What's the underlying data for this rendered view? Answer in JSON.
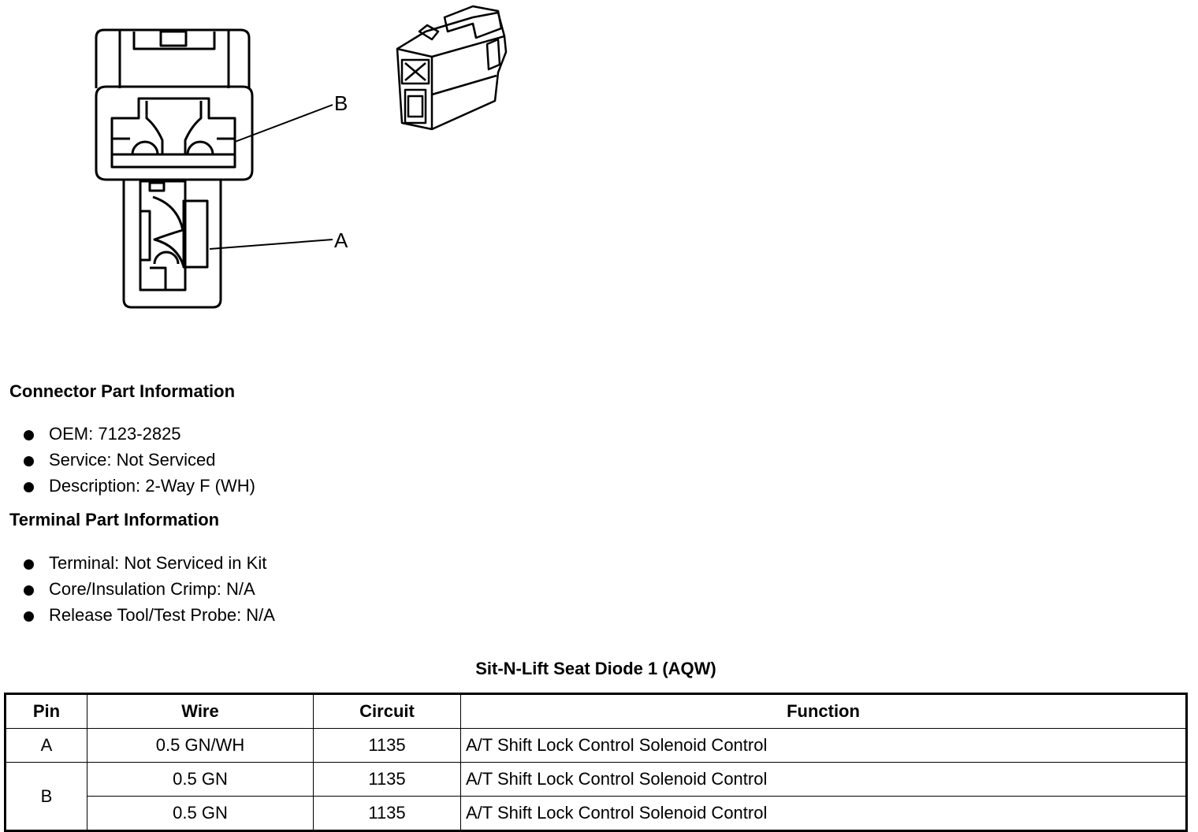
{
  "diagram": {
    "callout_b": "B",
    "callout_a": "A"
  },
  "connector_info": {
    "heading": "Connector Part Information",
    "items": [
      "OEM: 7123-2825",
      "Service: Not Serviced",
      "Description: 2-Way F (WH)"
    ]
  },
  "terminal_info": {
    "heading": "Terminal Part Information",
    "items": [
      "Terminal: Not Serviced in Kit",
      "Core/Insulation Crimp: N/A",
      "Release Tool/Test Probe: N/A"
    ]
  },
  "pin_table": {
    "title": "Sit-N-Lift Seat Diode 1 (AQW)",
    "headers": [
      "Pin",
      "Wire",
      "Circuit",
      "Function"
    ],
    "rows": [
      {
        "pin": "A",
        "wire": "0.5 GN/WH",
        "circuit": "1135",
        "function": "A/T Shift Lock Control Solenoid Control"
      },
      {
        "pin": "B",
        "wire": "0.5 GN",
        "circuit": "1135",
        "function": "A/T Shift Lock Control Solenoid Control"
      },
      {
        "pin": "",
        "wire": "0.5 GN",
        "circuit": "1135",
        "function": "A/T Shift Lock Control Solenoid Control"
      }
    ]
  }
}
